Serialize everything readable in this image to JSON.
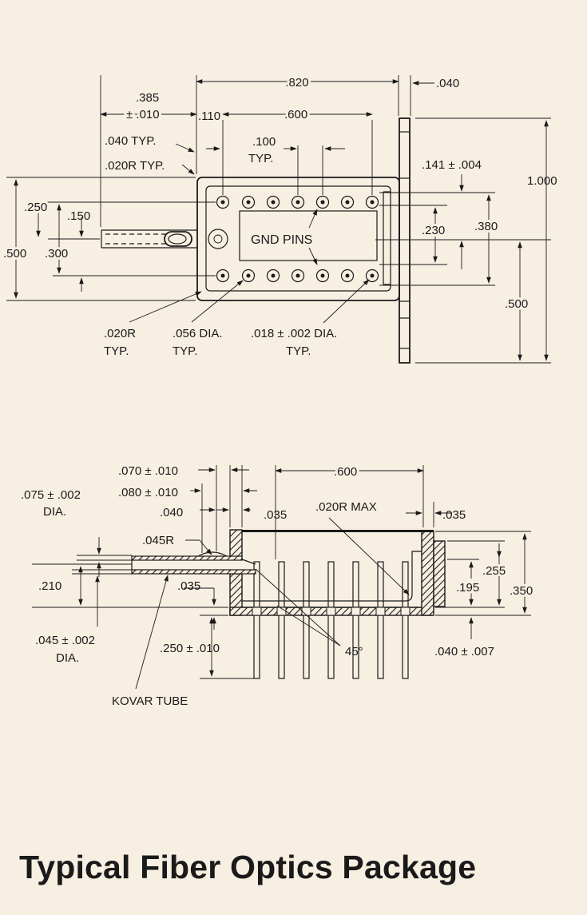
{
  "title": "Typical Fiber Optics Package",
  "colors": {
    "paper": "#f7efe2",
    "ink": "#1a1a1a"
  },
  "top_view": {
    "dims": {
      "d820": ".820",
      "d040": ".040",
      "d385": ".385",
      "d385_tol": "± .010",
      "d110": ".110",
      "d600": ".600",
      "d040_typ": ".040 TYP.",
      "d020r_typ": ".020R TYP.",
      "d100": ".100",
      "typ": "TYP.",
      "d141": ".141 ± .004",
      "d1000": "1.000",
      "d250": ".250",
      "d150": ".150",
      "d500_left": ".500",
      "d300": ".300",
      "d230": ".230",
      "d380": ".380",
      "d500_right": ".500",
      "gnd_pins": "GND PINS",
      "d020r": ".020R",
      "typ_a": "TYP.",
      "d056": ".056 DIA.",
      "typ_b": "TYP.",
      "d018": ".018 ± .002 DIA.",
      "typ_c": "TYP."
    }
  },
  "side_view": {
    "dims": {
      "d070": ".070 ± .010",
      "d600": ".600",
      "d080": ".080 ± .010",
      "d075": ".075 ± .002",
      "dia_a": "DIA.",
      "d040": ".040",
      "d035_a": ".035",
      "d020r_max": ".020R MAX",
      "d035_b": ".035",
      "d045r": ".045R",
      "d255": ".255",
      "d210": ".210",
      "d195": ".195",
      "d350": ".350",
      "d035_c": ".035",
      "d045": ".045 ± .002",
      "dia_b": "DIA.",
      "d250": ".250 ± .010",
      "angle": "45°",
      "d040_tol": ".040 ± .007",
      "kovar": "KOVAR TUBE"
    }
  }
}
